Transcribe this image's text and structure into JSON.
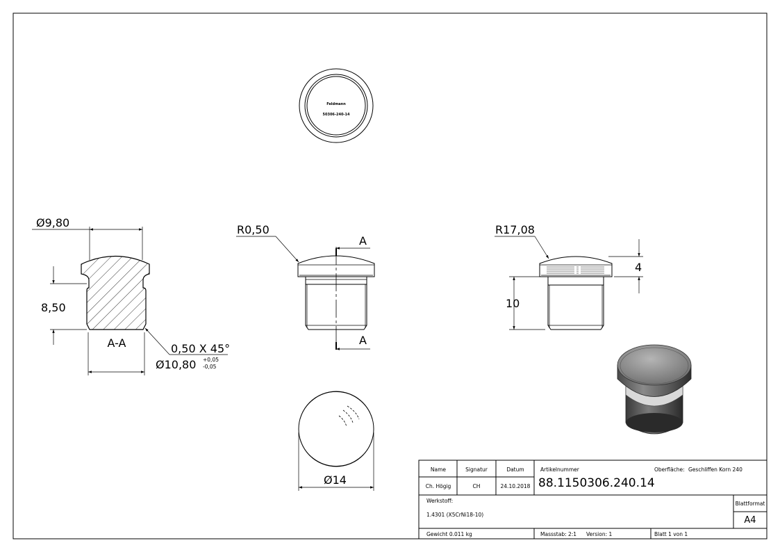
{
  "top_view": {
    "marking_line1": "Feldmann",
    "marking_line2": "50306-240-14"
  },
  "section_view": {
    "dia_top": "Ø9,80",
    "height": "8,50",
    "section_label": "A-A",
    "chamfer": "0,50 X 45°",
    "dia_bottom": "Ø10,80",
    "tol_upper": "+0,05",
    "tol_lower": "-0,05"
  },
  "front_view": {
    "radius": "R0,50",
    "cut_label_top": "A",
    "cut_label_bottom": "A"
  },
  "side_view": {
    "radius": "R17,08",
    "head_height": "4",
    "body_height": "10"
  },
  "bottom_view": {
    "diameter": "Ø14"
  },
  "title_block": {
    "col_name": "Name",
    "col_signatur": "Signatur",
    "col_datum": "Datum",
    "name": "Ch. Högig",
    "signatur": "CH",
    "datum": "24.10.2018",
    "artikelnummer_label": "Artikelnummer",
    "artikelnummer": "88.1150306.240.14",
    "oberflaeche_label": "Oberfläche:",
    "oberflaeche": "Geschliffen Korn 240",
    "werkstoff_label": "Werkstoff:",
    "werkstoff": "1.4301 (X5CrNi18-10)",
    "blattformat_label": "Blattformat",
    "blattformat": "A4",
    "gewicht": "Gewicht 0.011 kg",
    "massstab": "Massstab: 2:1",
    "version": "Version: 1",
    "blatt": "Blatt 1 von 1"
  }
}
